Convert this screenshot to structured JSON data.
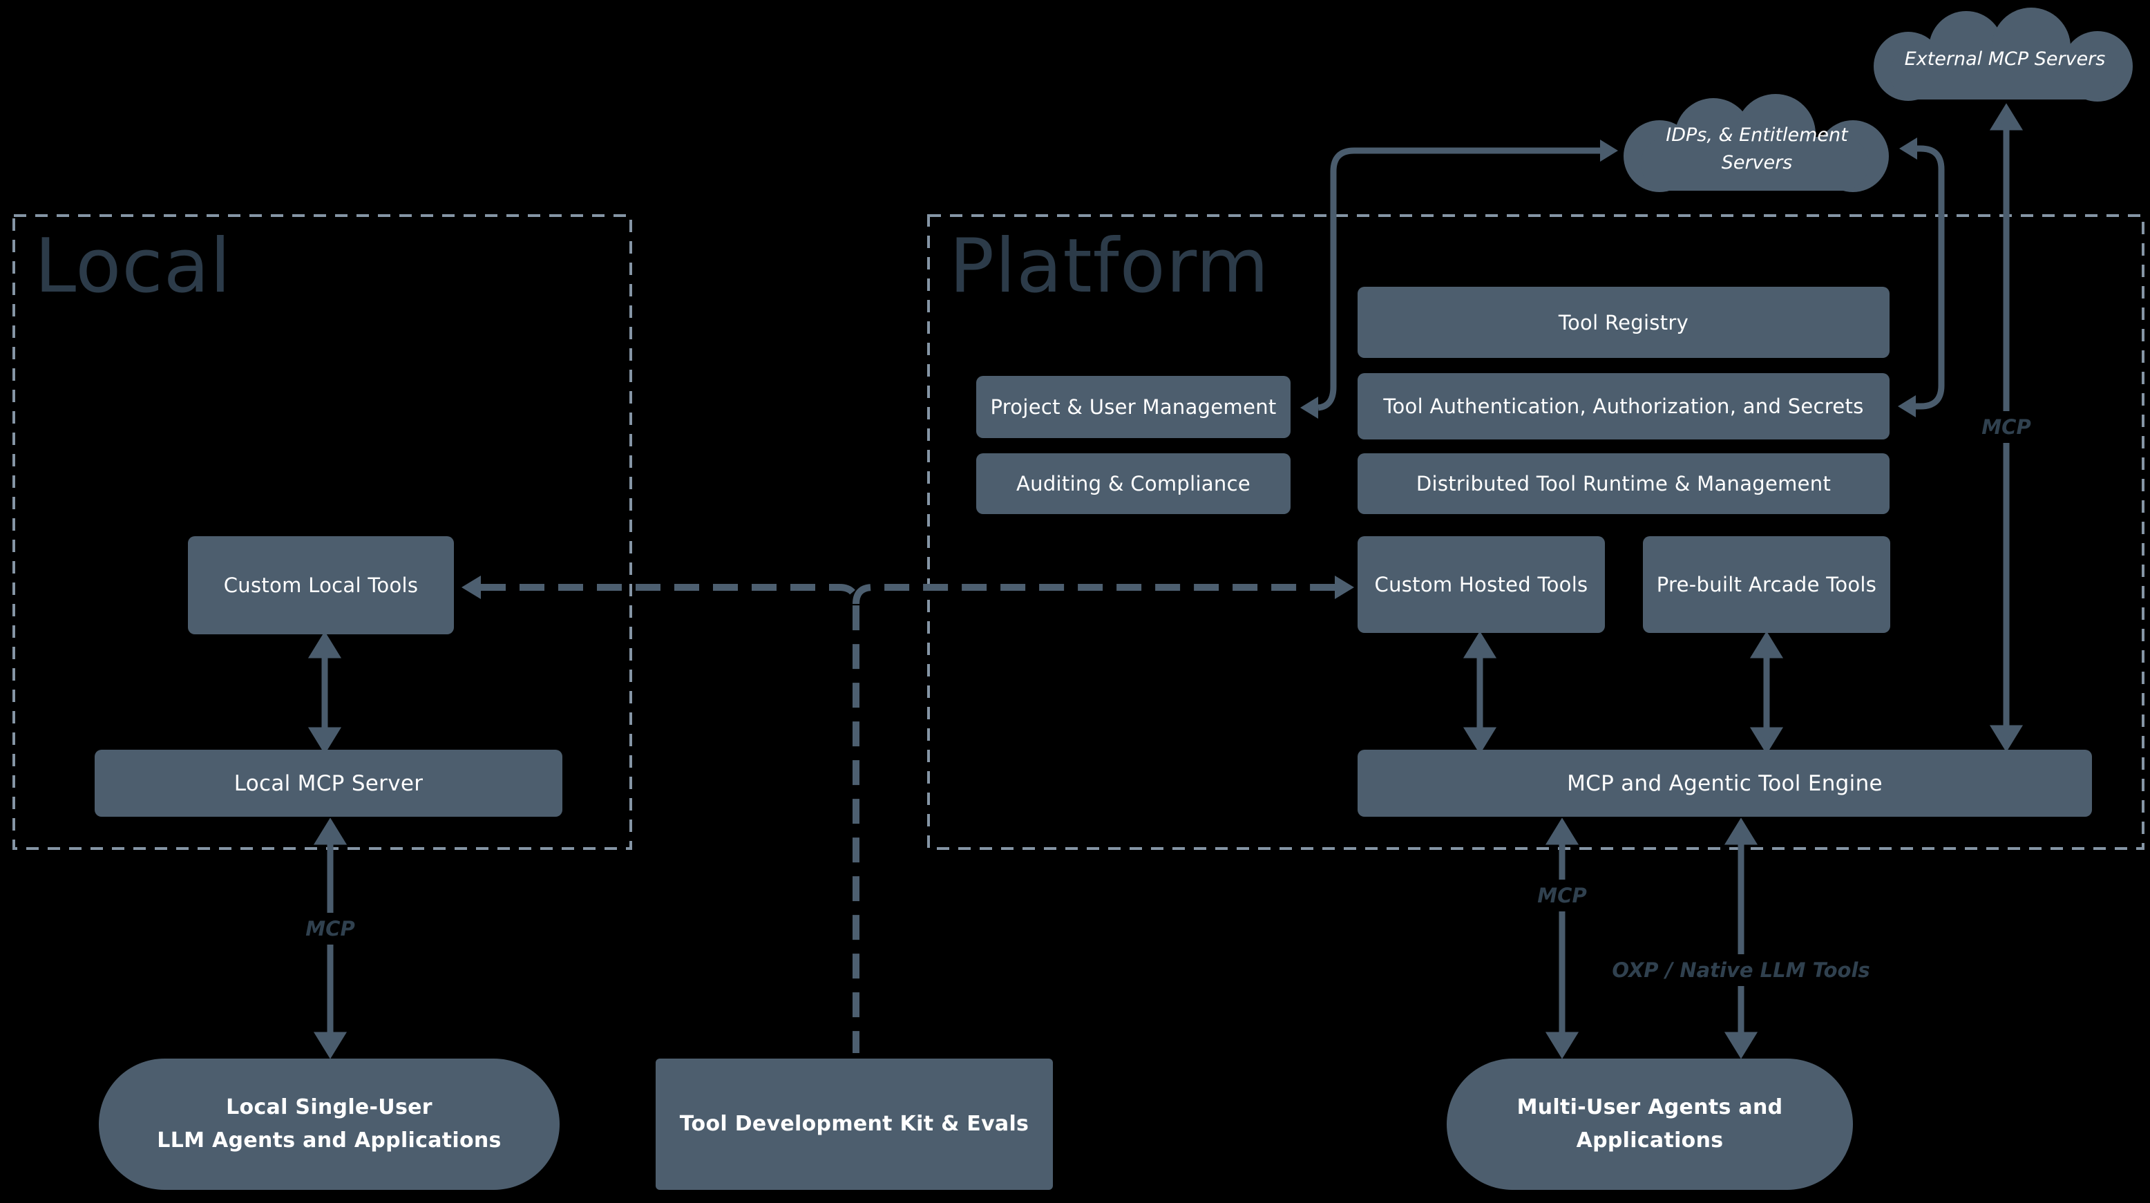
{
  "diagram": {
    "regions": {
      "local": {
        "title": "Local"
      },
      "platform": {
        "title": "Platform"
      }
    },
    "clouds": {
      "external_mcp": {
        "label": "External MCP Servers"
      },
      "idps": {
        "line1": "IDPs, & Entitlement",
        "line2": "Servers"
      }
    },
    "platform_boxes": {
      "tool_registry": "Tool Registry",
      "project_user_mgmt": "Project & User Management",
      "tool_auth": "Tool Authentication, Authorization, and Secrets",
      "auditing": "Auditing & Compliance",
      "runtime": "Distributed Tool Runtime & Management",
      "custom_hosted": "Custom Hosted Tools",
      "prebuilt": "Pre-built Arcade Tools",
      "engine": "MCP and Agentic Tool Engine"
    },
    "local_boxes": {
      "custom_local": "Custom Local Tools",
      "local_mcp_server": "Local MCP Server"
    },
    "terminals": {
      "local_agents": {
        "line1": "Local Single-User",
        "line2": "LLM Agents and Applications"
      },
      "tdk": {
        "label": "Tool Development Kit & Evals"
      },
      "multi_user_agents": {
        "line1": "Multi-User Agents and",
        "line2": "Applications"
      }
    },
    "edge_labels": {
      "mcp_local": "MCP",
      "mcp_platform": "MCP",
      "mcp_external": "MCP",
      "oxp": "OXP / Native LLM Tools"
    },
    "colors": {
      "background": "#000000",
      "node_fill": "#4d5e6e",
      "arrow": "#4a5c6d",
      "dashed_connector": "#4d5f70",
      "region_border": "#8595a5",
      "title_text": "#2c3b49",
      "edge_label_text": "#30414f",
      "node_text": "#ffffff"
    }
  }
}
